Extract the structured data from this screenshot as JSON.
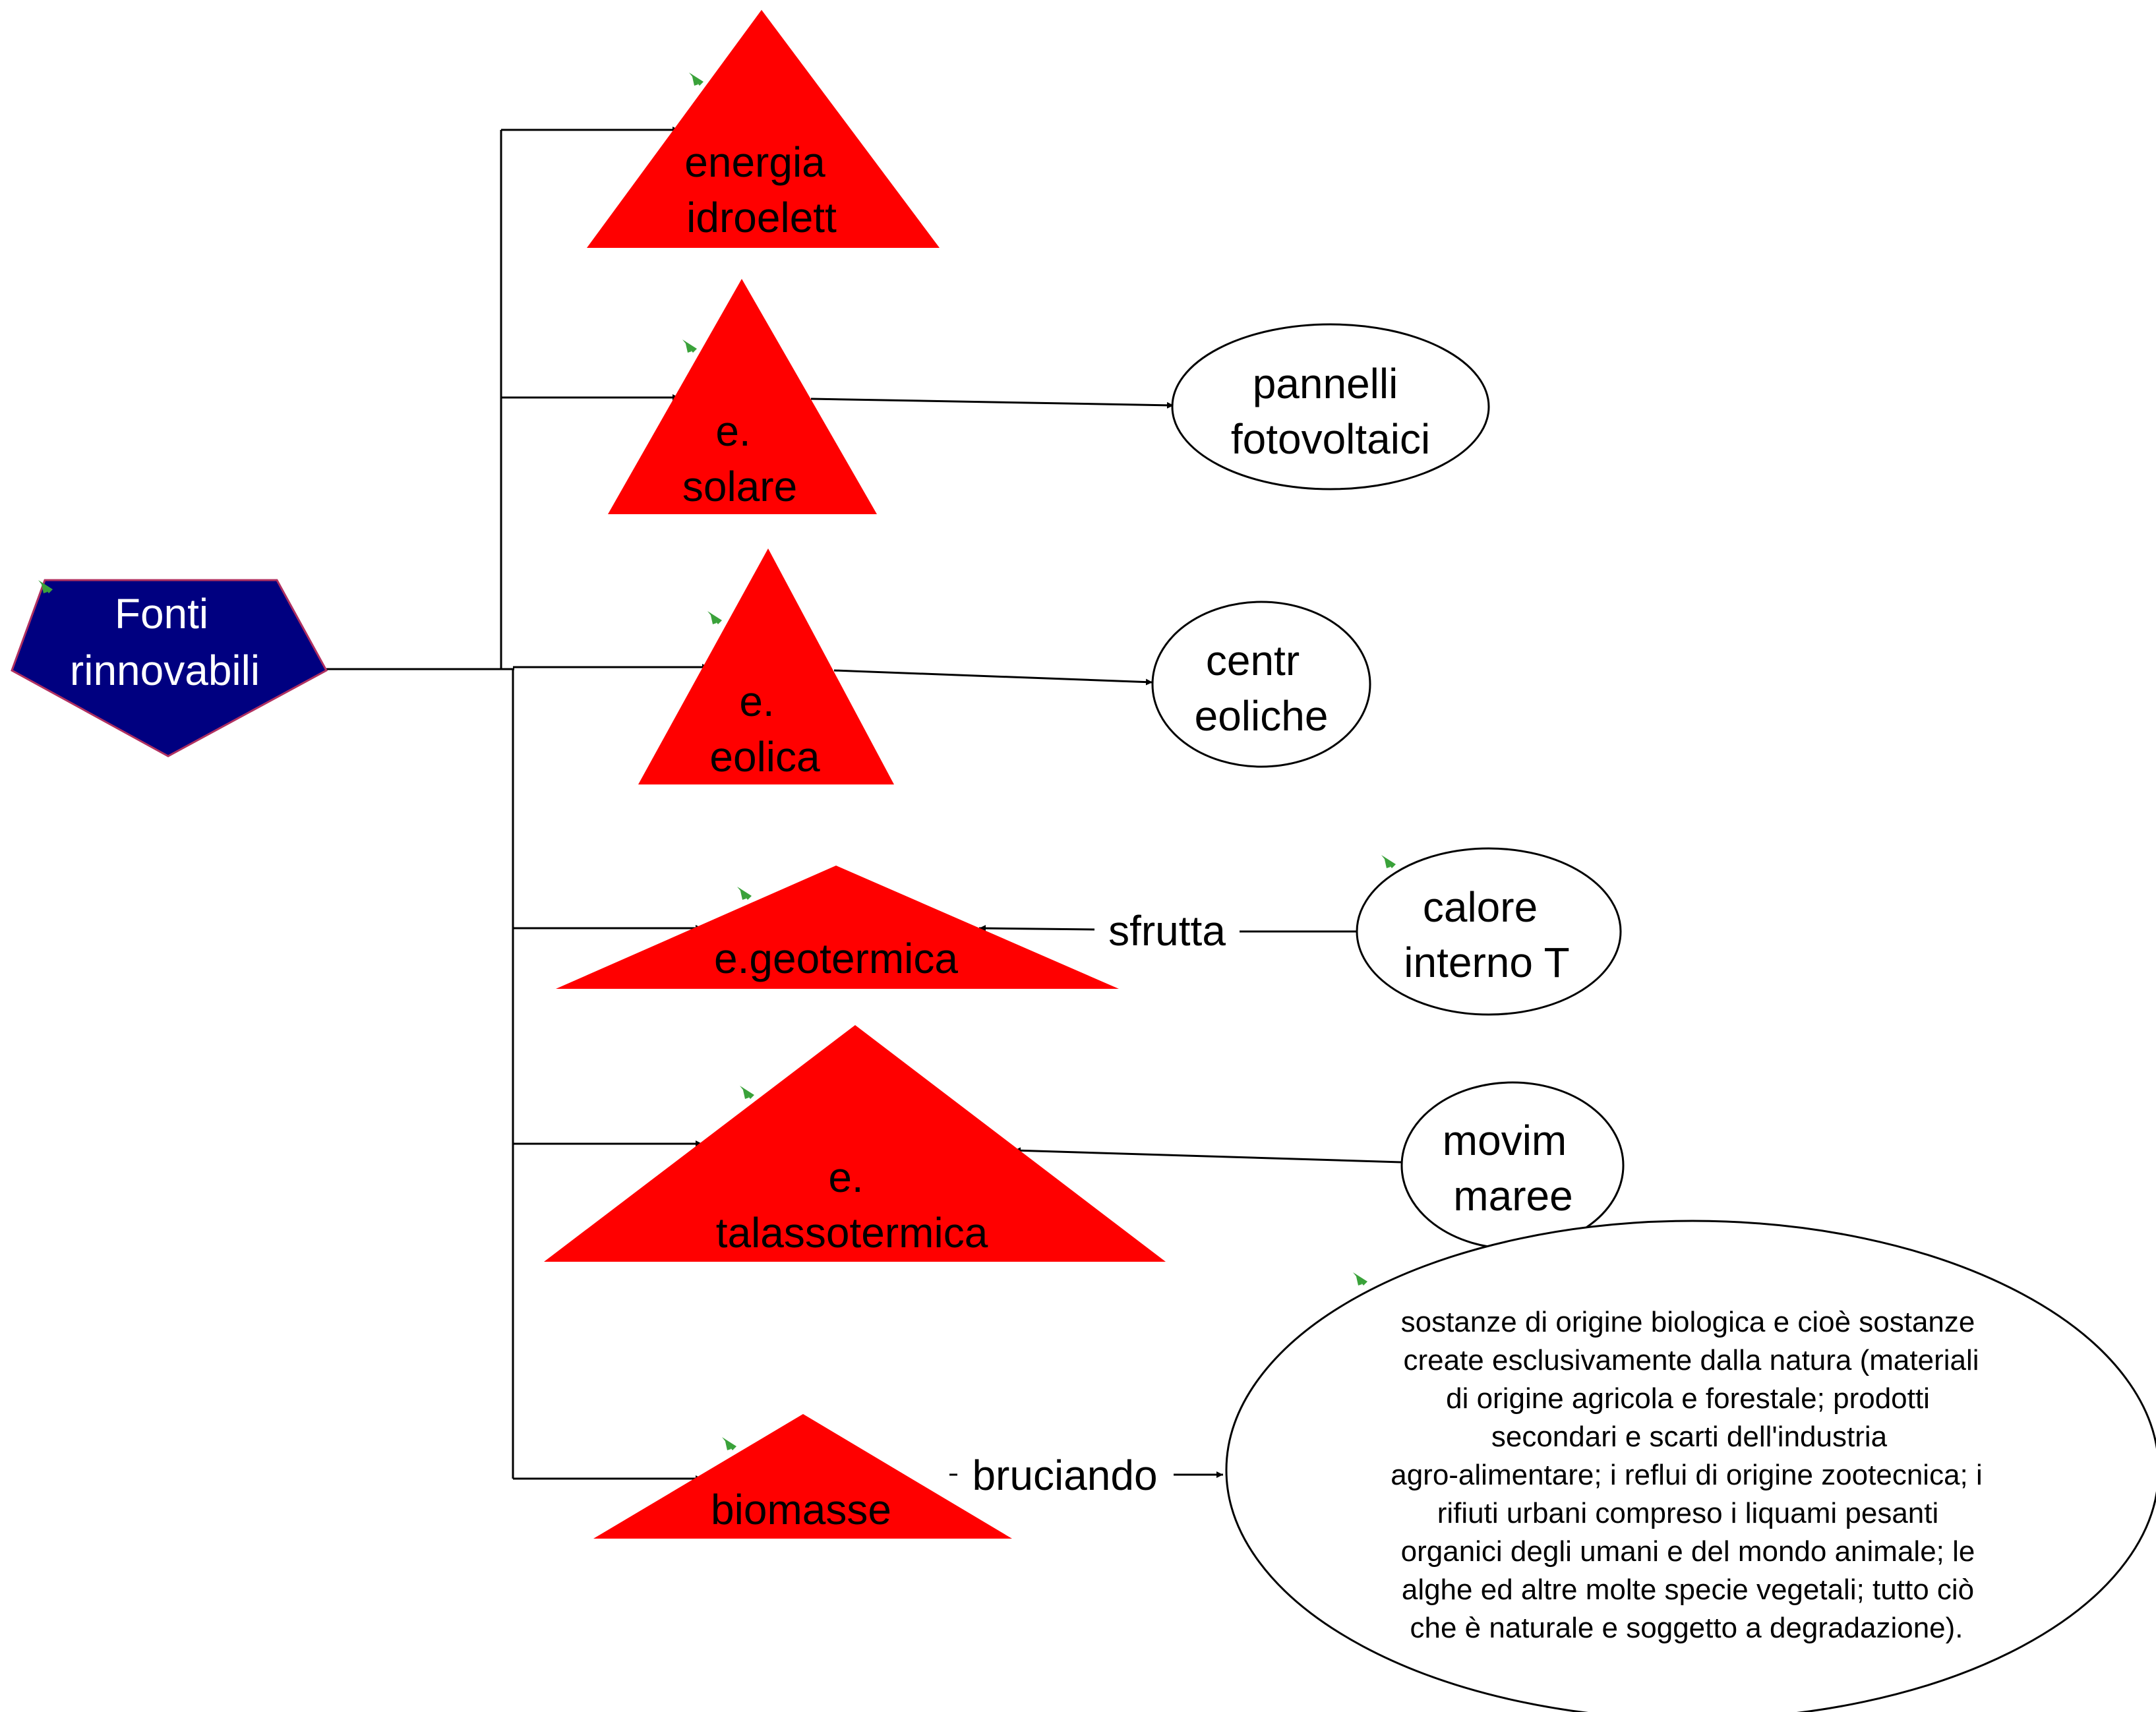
{
  "diagram": {
    "root": {
      "lines": [
        "Fonti",
        "rinnovabili"
      ],
      "fill": "#000080",
      "text_color": "#ffffff"
    },
    "sources": [
      {
        "id": "idro",
        "lines": [
          "energia",
          "idroelett"
        ]
      },
      {
        "id": "solare",
        "lines": [
          "e.",
          "solare"
        ]
      },
      {
        "id": "eolica",
        "lines": [
          "e.",
          "eolica"
        ]
      },
      {
        "id": "geotermica",
        "lines": [
          "e.geotermica"
        ]
      },
      {
        "id": "talasso",
        "lines": [
          "e.",
          "talassotermica"
        ]
      },
      {
        "id": "biomasse",
        "lines": [
          "biomasse"
        ]
      }
    ],
    "details": [
      {
        "id": "pannelli",
        "lines": [
          "pannelli",
          "fotovoltaici"
        ]
      },
      {
        "id": "centr",
        "lines": [
          "centr",
          "eoliche"
        ]
      },
      {
        "id": "calore",
        "lines": [
          "calore",
          "interno T"
        ]
      },
      {
        "id": "movim",
        "lines": [
          "movim",
          "maree"
        ]
      },
      {
        "id": "sostanze",
        "lines": [
          "sostanze di origine biologica e cioè sostanze",
          "create esclusivamente dalla natura (materiali",
          "di origine agricola e forestale; prodotti",
          "secondari e scarti dell'industria",
          "agro-alimentare; i reflui di origine zootecnica; i",
          "rifiuti urbani compreso i liquami pesanti",
          "organici degli umani e del mondo animale; le",
          "alghe ed altre molte specie vegetali; tutto ciò",
          "che è naturale e soggetto a degradazione)."
        ]
      }
    ],
    "link_labels": {
      "sfrutta": "sfrutta",
      "bruciando": "bruciando"
    },
    "colors": {
      "source_fill": "#ff0000",
      "detail_fill": "#ffffff",
      "leaf_marker": "#3aa23a"
    }
  }
}
